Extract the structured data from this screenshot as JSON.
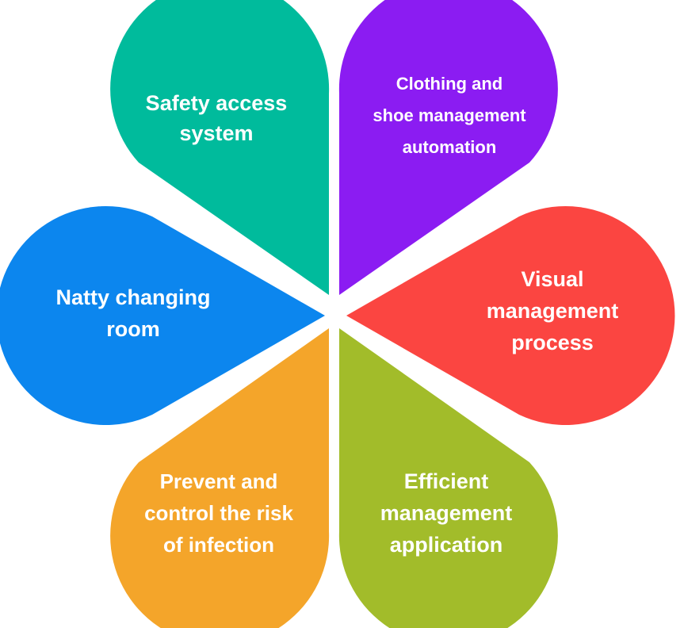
{
  "diagram": {
    "petals": [
      {
        "id": "safety",
        "color": "#00BB9C",
        "lines": [
          "Safety access",
          "system"
        ]
      },
      {
        "id": "clothing",
        "color": "#8B1CF2",
        "lines": [
          "Clothing and",
          "shoe management",
          "automation"
        ]
      },
      {
        "id": "visual",
        "color": "#FB4541",
        "lines": [
          "Visual",
          "management",
          "process"
        ]
      },
      {
        "id": "efficient",
        "color": "#A2BC2A",
        "lines": [
          "Efficient",
          "management",
          "application"
        ]
      },
      {
        "id": "prevent",
        "color": "#F4A52A",
        "lines": [
          "Prevent and",
          "control the risk",
          "of infection"
        ]
      },
      {
        "id": "natty",
        "color": "#0C86EE",
        "lines": [
          "Natty changing",
          "room"
        ]
      }
    ]
  }
}
